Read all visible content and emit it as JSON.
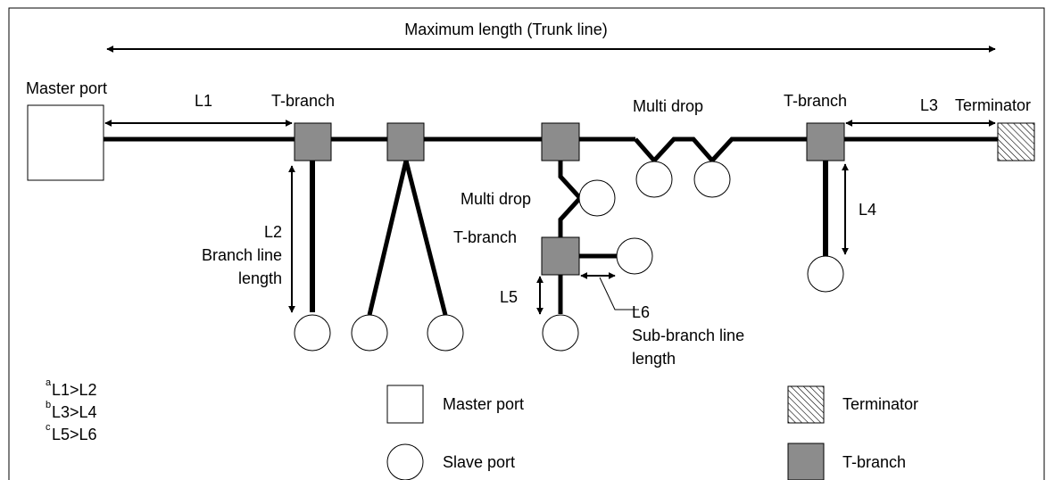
{
  "title": "Maximum length (Trunk line)",
  "labels": {
    "master_port": "Master port",
    "l1": "L1",
    "tbranch_1": "T-branch",
    "multi_drop_top": "Multi drop",
    "tbranch_2": "T-branch",
    "l3": "L3",
    "terminator": "Terminator",
    "multi_drop_sub": "Multi drop",
    "tbranch_sub": "T-branch",
    "l2": "L2",
    "branch_line_1": "Branch line",
    "branch_line_2": "length",
    "l4": "L4",
    "l5": "L5",
    "l6": "L6",
    "sub_branch_1": "Sub-branch line",
    "sub_branch_2": "length"
  },
  "conditions": [
    {
      "mark": "a",
      "text": "L1>L2"
    },
    {
      "mark": "b",
      "text": "L3>L4"
    },
    {
      "mark": "c",
      "text": "L5>L6"
    }
  ],
  "legend": {
    "master_port": "Master port",
    "slave_port": "Slave port",
    "terminator": "Terminator",
    "t_branch": "T-branch"
  },
  "colors": {
    "t_branch_fill": "#8c8c8c",
    "line": "#000000",
    "frame": "#000000"
  }
}
